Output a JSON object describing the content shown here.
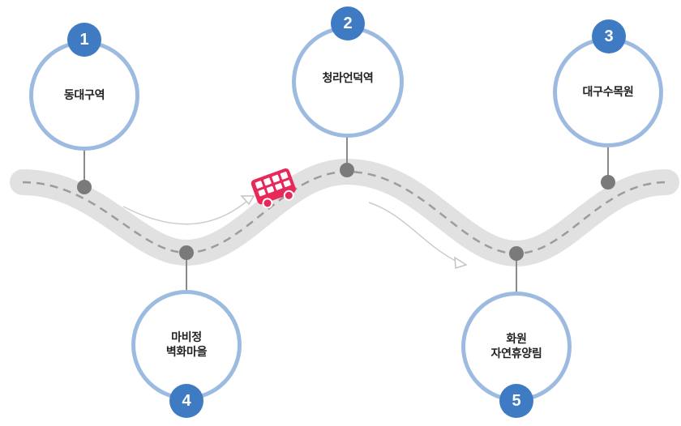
{
  "colors": {
    "road": "#e1e1e1",
    "road_dash": "#9c9c9c",
    "circle_border": "#9dbbe0",
    "badge": "#3f7bc2",
    "connector": "#8a8a8a",
    "node": "#7a7a7a",
    "bus": "#e8285a",
    "arrow": "#c8c8c8"
  },
  "bus_icon": "bus-icon",
  "stops": [
    {
      "number": "1",
      "label": "동대구역"
    },
    {
      "number": "2",
      "label": "청라언덕역"
    },
    {
      "number": "3",
      "label": "대구수목원"
    },
    {
      "number": "4",
      "label": "마비정\n벽화마을"
    },
    {
      "number": "5",
      "label": "화원\n자연휴양림"
    }
  ]
}
